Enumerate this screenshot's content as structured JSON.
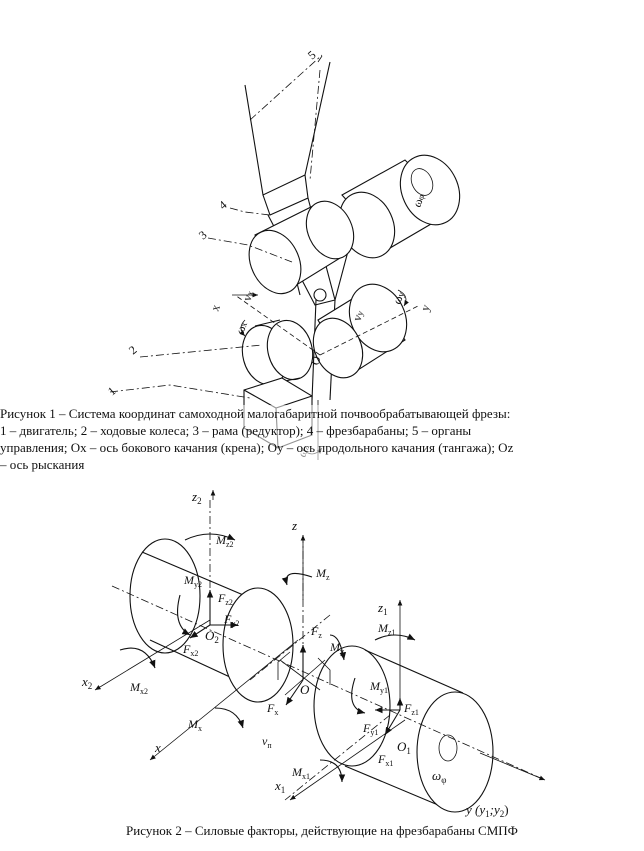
{
  "figure1": {
    "labels": {
      "n1": "1",
      "n2": "2",
      "n3": "3",
      "n4": "4",
      "n5": "5",
      "omega_x": "ω",
      "omega_x_sub": "x",
      "omega_y": "ω",
      "omega_y_sub": "y",
      "omega_z": "ω",
      "omega_z_sub": "z",
      "omega_f": "ω",
      "omega_f_sub": "φ",
      "v_x": "v",
      "v_x_sub": "x",
      "v_y": "v",
      "v_y_sub": "y",
      "axis_x": "x",
      "axis_y": "y",
      "origin": "O"
    },
    "caption_line1": "Рисунок 1 – Система координат самоходной малогабаритной почвообрабатывающей фрезы:",
    "caption_line2": "1 – двигатель; 2 – ходовые колеса; 3 – рама (редуктор); 4 – фрезбарабаны; 5 – органы",
    "caption_line3": "управления; Ox – ось бокового качания (крена); Oy – ось продольного качания (тангажа); Oz",
    "caption_line4": "– ось рыскания"
  },
  "figure2": {
    "labels": {
      "z2": "z",
      "z2_sub": "2",
      "z": "z",
      "z1": "z",
      "z1_sub": "1",
      "Mz2": "M",
      "Mz2_sub": "z2",
      "Mz": "M",
      "Mz_sub": "z",
      "Mz1": "M",
      "Mz1_sub": "z1",
      "My2": "M",
      "My2_sub": "y2",
      "Fz2": "F",
      "Fz2_sub": "z2",
      "Fy2": "F",
      "Fy2_sub": "y2",
      "O2": "O",
      "O2_sub": "2",
      "Fx2": "F",
      "Fx2_sub": "x2",
      "Fz": "F",
      "Fz_sub": "z",
      "My": "M",
      "My_sub": "y",
      "My1": "M",
      "My1_sub": "y1",
      "Fz1": "F",
      "Fz1_sub": "z1",
      "x2": "x",
      "x2_sub": "2",
      "Mx2": "M",
      "Mx2_sub": "x2",
      "O": "O",
      "Fx": "F",
      "Fx_sub": "x",
      "Fy1": "F",
      "Fy1_sub": "y1",
      "Mx": "M",
      "Mx_sub": "x",
      "vp": "v",
      "vp_sub": "п",
      "O1": "O",
      "O1_sub": "1",
      "x": "x",
      "Fx1": "F",
      "Fx1_sub": "x1",
      "omega_f": "ω",
      "omega_f_sub": "φ",
      "Mx1": "M",
      "Mx1_sub": "x1",
      "x1": "x",
      "x1_sub": "1",
      "axis_y": "y (y",
      "axis_y_sub1": "1",
      "axis_y_mid": ";y",
      "axis_y_sub2": "2",
      "axis_y_end": ")"
    },
    "caption": "Рисунок 2 – Силовые факторы, действующие на фрезбарабаны СМПФ"
  }
}
